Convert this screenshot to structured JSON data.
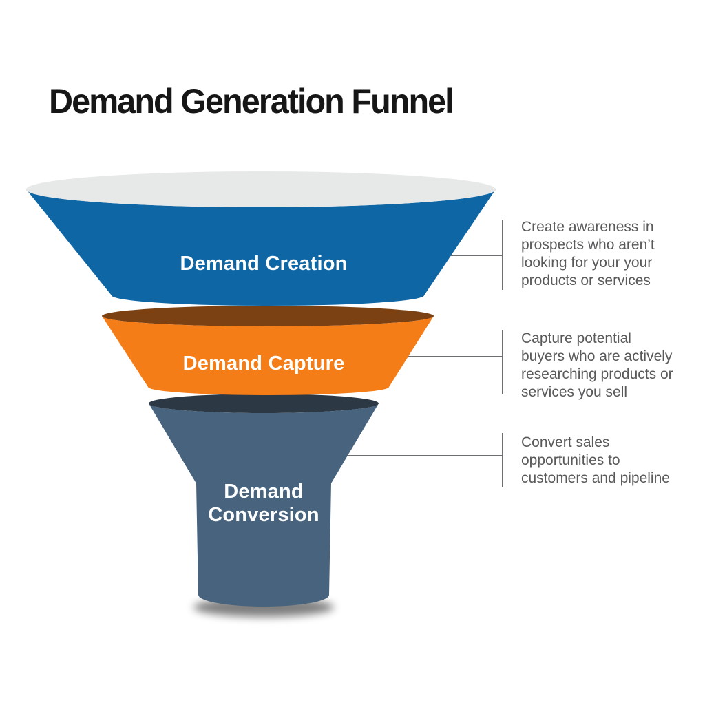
{
  "title": "Demand Generation Funnel",
  "colors": {
    "background": "#FFFFFF",
    "title_text": "#161616",
    "label_text": "#FFFFFF",
    "annotation_text": "#58595B",
    "connector_line": "#6D6E71",
    "funnel_mouth": "#E7E8E8",
    "shadow": "#000000"
  },
  "funnel": {
    "stages": [
      {
        "label": "Demand Creation",
        "body_color": "#0E66A5",
        "rim_color": "#E7E8E8",
        "description": "Create awareness in\nprospects who aren’t\nlooking for your your\nproducts or services"
      },
      {
        "label": "Demand Capture",
        "body_color": "#F57D18",
        "rim_color": "#7B4113",
        "description": "Capture potential\nbuyers who are actively\nresearching products or\nservices you sell"
      },
      {
        "label": "Demand\nConversion",
        "body_color": "#47637D",
        "rim_color": "#2C3944",
        "description": "Convert sales\nopportunities to\ncustomers and pipeline"
      }
    ]
  }
}
